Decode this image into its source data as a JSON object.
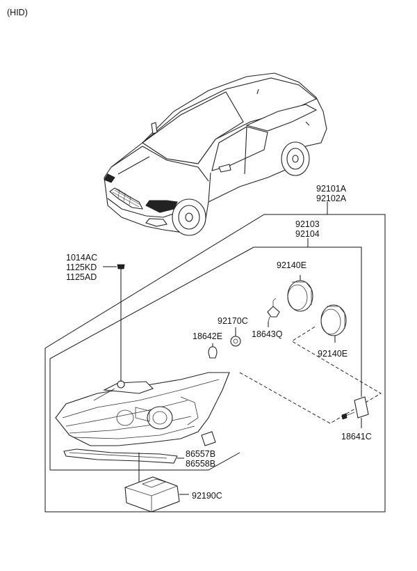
{
  "header": {
    "variant": "(HID)"
  },
  "labels": {
    "assembly": [
      "92101A",
      "92102A"
    ],
    "headlamp": [
      "92103",
      "92104"
    ],
    "screws": [
      "1014AC",
      "1125KD",
      "1125AD"
    ],
    "cap_upper": "92140E",
    "cap_lower": "92140E",
    "bulb_holder": "92170C",
    "bulb": "18642E",
    "bulb_hid": "18643Q",
    "ballast_socket": "18641C",
    "trim": [
      "86557B",
      "86558B"
    ],
    "ballast": "92190C"
  },
  "icons": [
    "car-illustration",
    "headlamp-assembly-drawing",
    "screw-icon",
    "bulb-icon",
    "dust-cap-icon",
    "ballast-icon",
    "socket-icon"
  ]
}
